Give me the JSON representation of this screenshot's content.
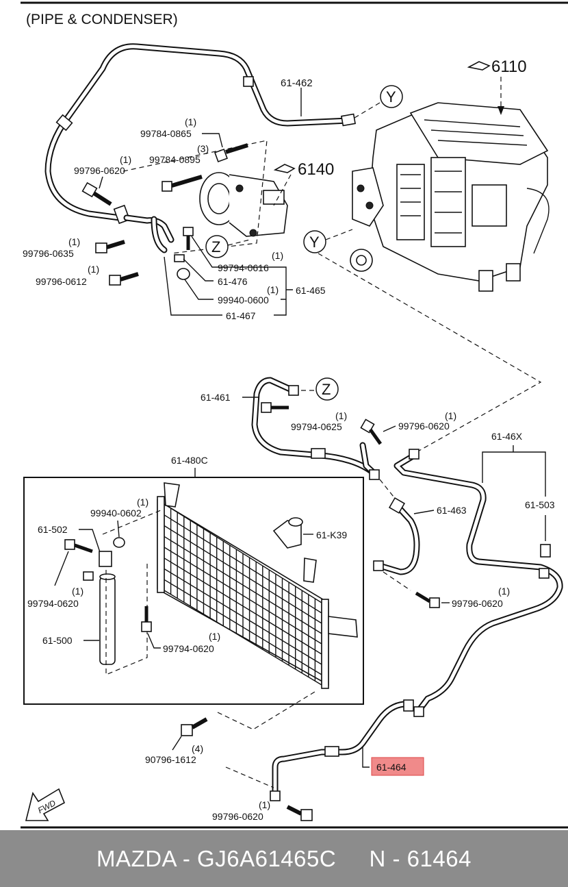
{
  "title": "(PIPE & CONDENSER)",
  "labels": {
    "p61462": "61-462",
    "p6110": "6110",
    "p6140": "6140",
    "q1": "(1)",
    "q3": "(3)",
    "q4": "(4)",
    "p99784_0865": "99784-0865",
    "p99784_0895": "99784-0895",
    "p99796_0620": "99796-0620",
    "p99796_0635": "99796-0635",
    "p99796_0612": "99796-0612",
    "p99794_0616": "99794-0616",
    "p61476": "61-476",
    "p99940_0600": "99940-0600",
    "p61465": "61-465",
    "p61467": "61-467",
    "p61461": "61-461",
    "p99794_0625": "99794-0625",
    "p61480C": "61-480C",
    "p61463": "61-463",
    "p6146X": "61-46X",
    "p61503": "61-503",
    "p61502": "61-502",
    "p99940_0602": "99940-0602",
    "p61K39": "61-K39",
    "p99794_0620": "99794-0620",
    "p61500": "61-500",
    "p90796_1612": "90796-1612",
    "p61464": "61-464",
    "circleY": "Y",
    "circleZ": "Z",
    "fwd": "FWD"
  },
  "colors": {
    "highlight": "#f08a8a",
    "footer_bg": "#8c8c8c"
  },
  "footer": {
    "text": "MAZDA - GJ6A61465C     N - 61464"
  }
}
